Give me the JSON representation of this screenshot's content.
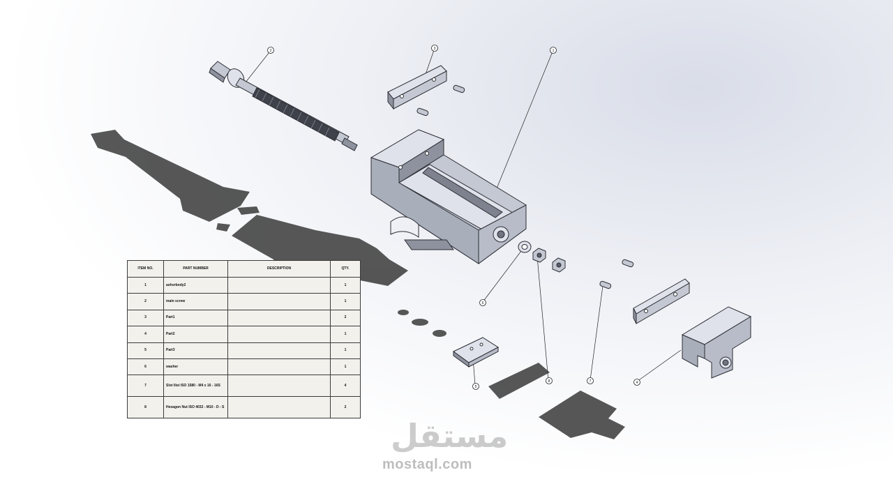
{
  "bom": {
    "headers": [
      "ITEM NO.",
      "PART NUMBER",
      "DESCRIPTION",
      "QTY."
    ],
    "rows": [
      {
        "item": "1",
        "part": "ashorbody2",
        "desc": "",
        "qty": "1"
      },
      {
        "item": "2",
        "part": "main screw",
        "desc": "",
        "qty": "1"
      },
      {
        "item": "3",
        "part": "Part1",
        "desc": "",
        "qty": "2"
      },
      {
        "item": "4",
        "part": "Part2",
        "desc": "",
        "qty": "1"
      },
      {
        "item": "5",
        "part": "Part3",
        "desc": "",
        "qty": "1"
      },
      {
        "item": "6",
        "part": "washer",
        "desc": "",
        "qty": "1"
      },
      {
        "item": "7",
        "part": "Slot Ilist ISO 1580 - M4 x 16 - 16S",
        "desc": "",
        "qty": "4"
      },
      {
        "item": "8",
        "part": "Hexagon Nut ISO 4032 - M10 - D - S",
        "desc": "",
        "qty": "2"
      }
    ]
  },
  "balloons": [
    {
      "id": "balloon-main-screw",
      "label": "2"
    },
    {
      "id": "balloon-jaw-plate-top",
      "label": "3"
    },
    {
      "id": "balloon-body",
      "label": "1"
    },
    {
      "id": "balloon-washer",
      "label": "6"
    },
    {
      "id": "balloon-slide-plate",
      "label": "5"
    },
    {
      "id": "balloon-hex-nut",
      "label": "8"
    },
    {
      "id": "balloon-screws",
      "label": "7"
    },
    {
      "id": "balloon-movable-jaw",
      "label": "4"
    }
  ],
  "watermark": {
    "arabic": "مستقل",
    "url": "mostaql.com"
  },
  "colors": {
    "part_fill": "#c4c8d2",
    "part_dark": "#8d929e",
    "part_light": "#dfe2ea",
    "outline": "#2b2d33",
    "shadow": "#3a3a3a"
  }
}
